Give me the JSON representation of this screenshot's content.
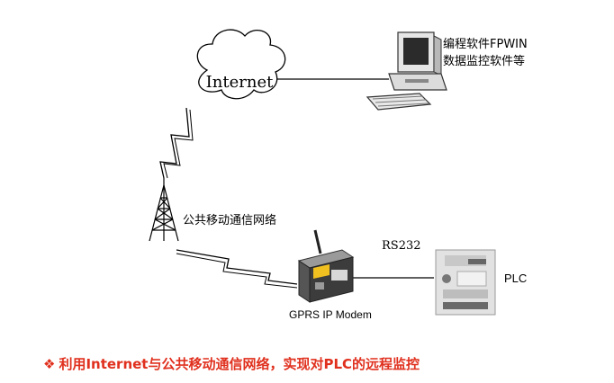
{
  "cloud_label": "Internet",
  "computer_label": [
    "编程软件FPWIN",
    "数据监控软件等"
  ],
  "tower_label": "公共移动通信网络",
  "serial_label": "RS232",
  "modem_label": "GPRS IP Modem",
  "plc_label": "PLC",
  "caption": {
    "bullet": "❖",
    "text": "利用Internet与公共移动通信网络，实现对PLC的远程监控"
  },
  "colors": {
    "caption": "#e0301e",
    "modem_accent": "#f0c020"
  }
}
